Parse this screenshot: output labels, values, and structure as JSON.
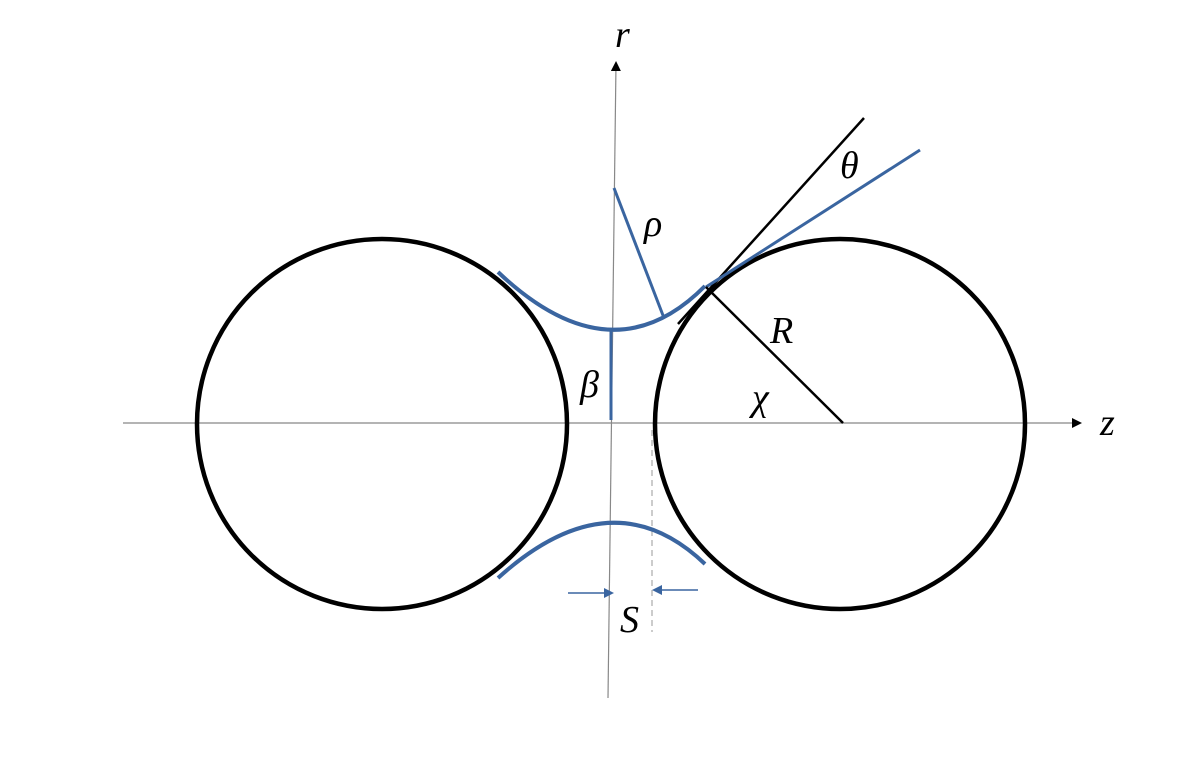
{
  "labels": {
    "r_axis": "r",
    "z_axis": "z",
    "rho": "ρ",
    "theta": "θ",
    "R": "R",
    "beta": "β",
    "chi": "χ",
    "S": "S"
  },
  "colors": {
    "outline": "#000000",
    "meniscus": "#3a65a0",
    "axis": "#888888",
    "guide": "#aaaaaa"
  }
}
